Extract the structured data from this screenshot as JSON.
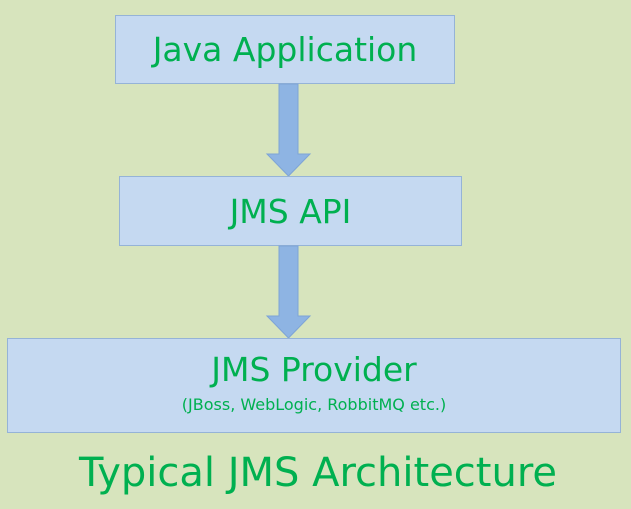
{
  "diagram": {
    "nodes": [
      {
        "label": "Java Application"
      },
      {
        "label": "JMS API"
      },
      {
        "label": "JMS Provider",
        "sublabel": "(JBoss, WebLogic,  RobbitMQ etc.)"
      }
    ],
    "edges": [
      {
        "from": "Java Application",
        "to": "JMS API"
      },
      {
        "from": "JMS API",
        "to": "JMS Provider"
      }
    ],
    "caption": "Typical JMS Architecture",
    "colors": {
      "background": "#d7e4bd",
      "box_fill": "#c5d9f1",
      "box_border": "#95b3d7",
      "text": "#00b050",
      "arrow": "#8eb4e3"
    }
  }
}
